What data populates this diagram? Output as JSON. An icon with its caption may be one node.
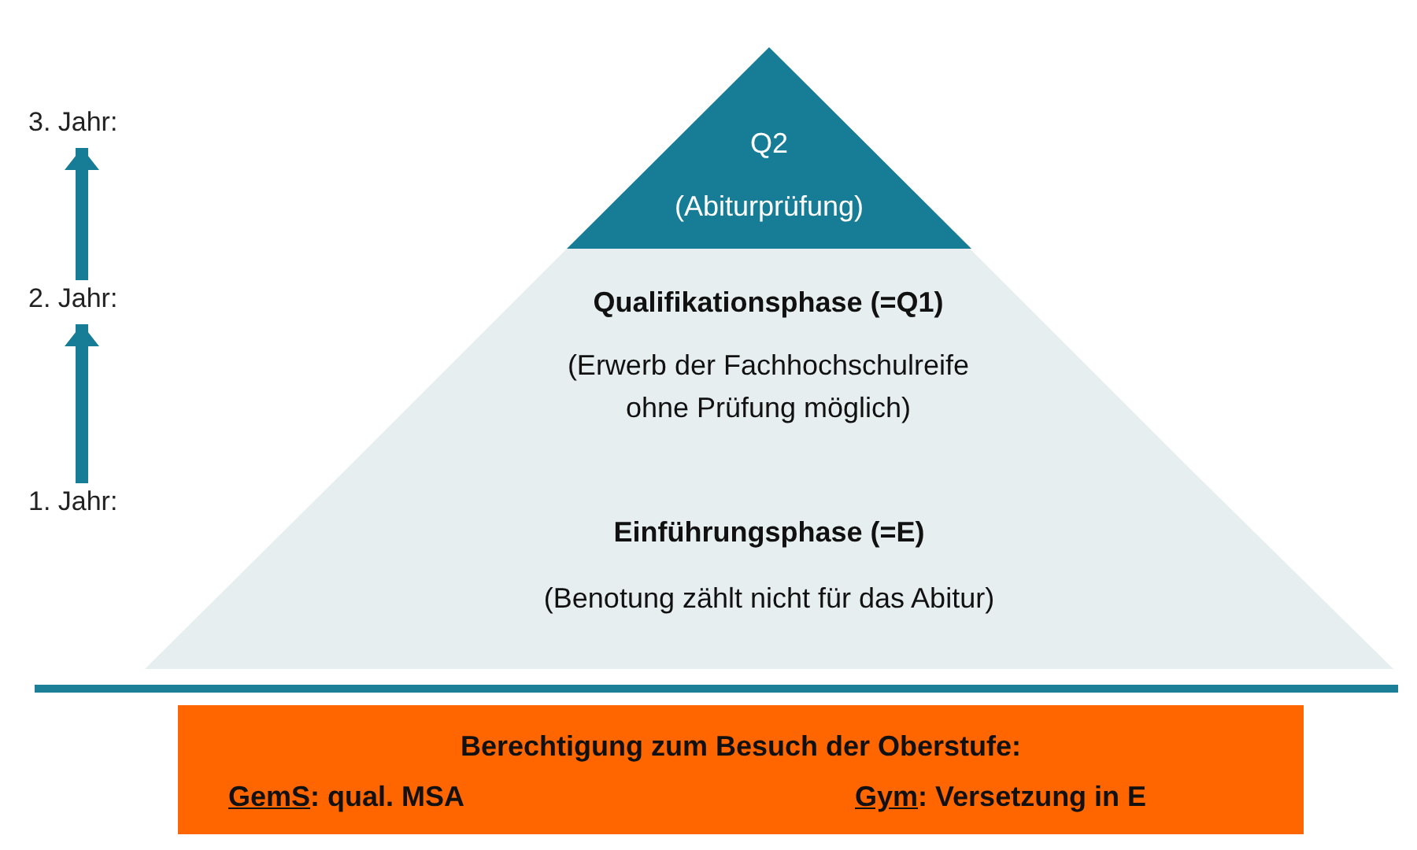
{
  "diagram": {
    "nodes": [
      {
        "text": [
          "Q2",
          "(Abiturprüfung)"
        ]
      },
      {
        "text": [
          "Qualifikationsphase (=Q1)",
          "(Erwerb der Fachhochschulreife ohne Prüfung möglich)"
        ]
      },
      {
        "text": [
          "Einführungsphase (=E)",
          "(Benotung zählt nicht für das Abitur)"
        ]
      },
      {
        "text": [
          "Berechtigung zum Besuch der Oberstufe:",
          "GemS: qual. MSA",
          "Gym: Versetzung in E"
        ]
      },
      {
        "text": [
          "3. Jahr:"
        ]
      },
      {
        "text": [
          "2. Jahr:"
        ]
      },
      {
        "text": [
          "1. Jahr:"
        ]
      }
    ],
    "edges": [
      {
        "from": 6,
        "to": 5,
        "arrow": "to"
      },
      {
        "from": 5,
        "to": 4,
        "arrow": "to"
      }
    ]
  }
}
